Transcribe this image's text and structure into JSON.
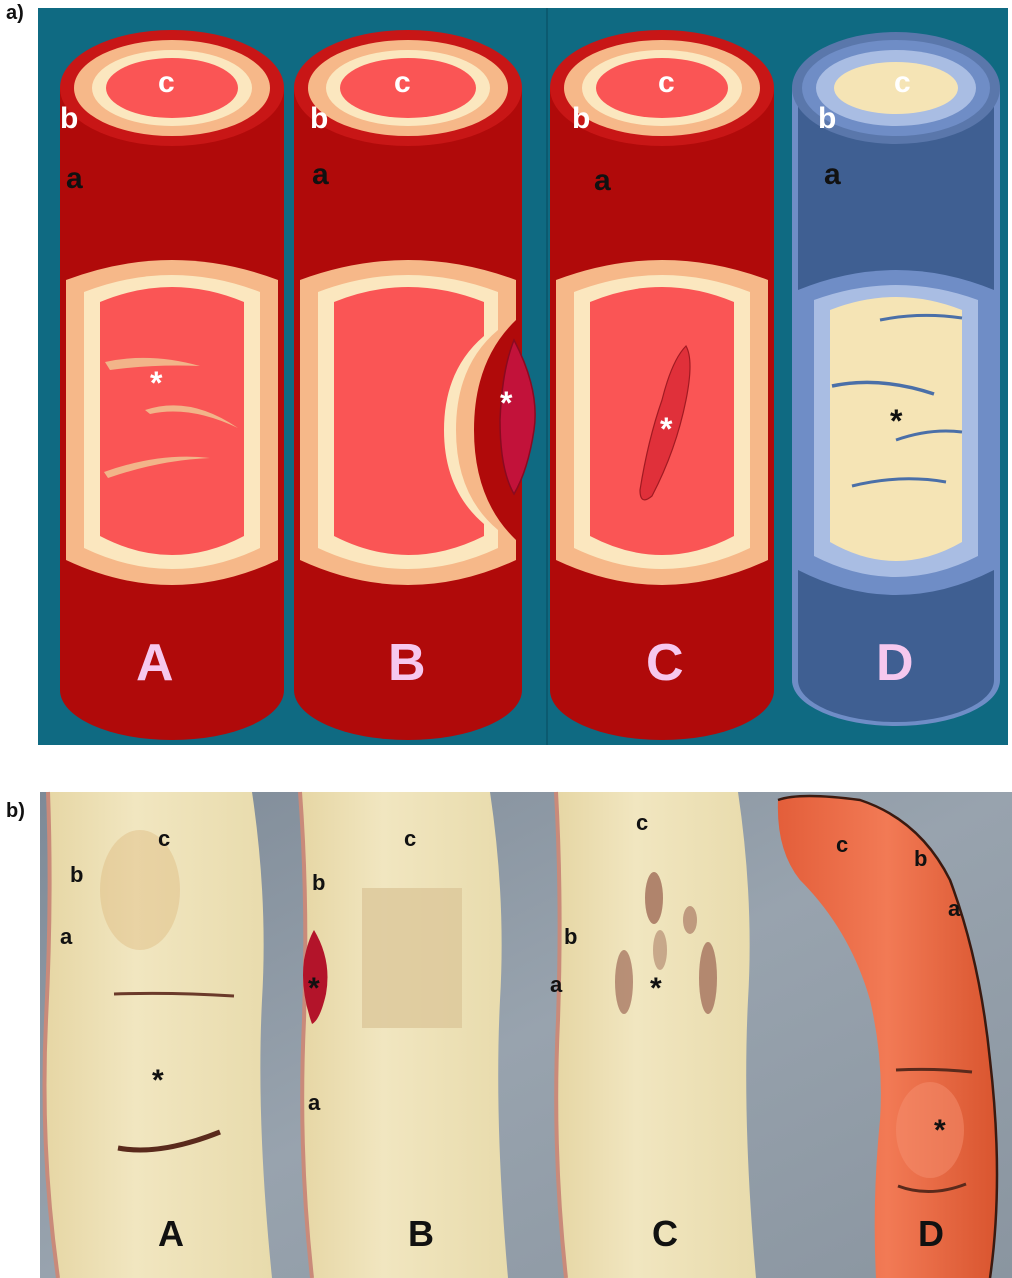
{
  "panel_a": {
    "label": "a)",
    "vessels": [
      {
        "letter": "A",
        "layer_a": "a",
        "layer_b": "b",
        "layer_c": "c",
        "marker": "*"
      },
      {
        "letter": "B",
        "layer_a": "a",
        "layer_b": "b",
        "layer_c": "c",
        "marker": "*"
      },
      {
        "letter": "C",
        "layer_a": "a",
        "layer_b": "b",
        "layer_c": "c",
        "marker": "*"
      },
      {
        "letter": "D",
        "layer_a": "a",
        "layer_b": "b",
        "layer_c": "c",
        "marker": "*"
      }
    ]
  },
  "panel_b": {
    "label": "b)",
    "specimens": [
      {
        "letter": "A",
        "layer_a": "a",
        "layer_b": "b",
        "layer_c": "c",
        "marker": "*"
      },
      {
        "letter": "B",
        "layer_a": "a",
        "layer_b": "b",
        "layer_c": "c",
        "marker": "*"
      },
      {
        "letter": "C",
        "layer_a": "a",
        "layer_b": "b",
        "layer_c": "c",
        "marker": "*"
      },
      {
        "letter": "D",
        "layer_a": "a",
        "layer_b": "b",
        "layer_c": "c",
        "marker": "*"
      }
    ]
  },
  "colors": {
    "background_teal": "#0f6a82",
    "artery_outer": "#b00a0a",
    "artery_mid": "#f6b889",
    "artery_lumen": "#fa5555",
    "intima_cream": "#fbe7bf",
    "vein_outer": "#3f5f92",
    "vein_mid": "#6f8dc6",
    "vein_inner": "#a9bde3",
    "vein_lumen": "#f5e4b5",
    "letter_pink": "#f6c8ee",
    "photo_bg": "#8c98a4",
    "specimen_cream": "#ece0b3",
    "specimen_orange": "#ea6a44"
  }
}
